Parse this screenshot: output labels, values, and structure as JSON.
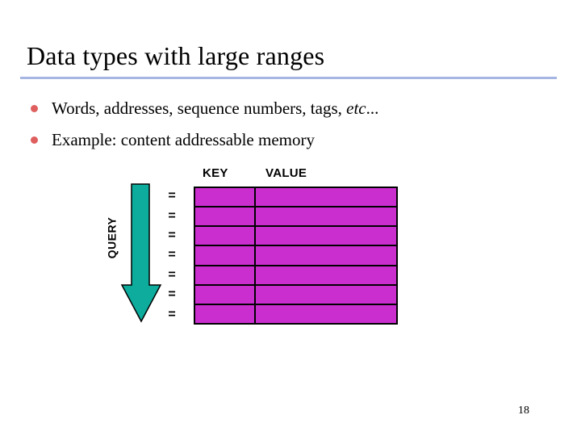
{
  "slide": {
    "title": "Data types with large ranges",
    "page_number": "18",
    "bullets": [
      {
        "text_before": "Words, addresses, sequence numbers, tags, ",
        "italic": "etc",
        "text_after": "..."
      },
      {
        "text_before": "Example: content addressable memory",
        "italic": "",
        "text_after": ""
      }
    ]
  },
  "diagram": {
    "query_label": "QUERY",
    "key_header": "KEY",
    "value_header": "VALUE",
    "equals_symbol": "=",
    "rows": 7
  },
  "colors": {
    "table_fill": "#CB2ECF",
    "arrow_fill": "#0DAC9D",
    "rule": "#A5B6E3",
    "bullet": "#DF5F5F",
    "border": "#000000"
  }
}
